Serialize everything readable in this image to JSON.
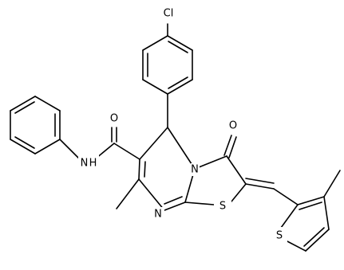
{
  "atoms": {
    "cl": "Cl",
    "o_amide": "O",
    "nh_amide": "N H",
    "n_ring": "N",
    "n_imine": "N",
    "s_thiazole": "S",
    "o_keto": "O",
    "s_thiophene": "S"
  },
  "colors": {
    "bond": "#000000",
    "label": "#000000",
    "background": "#ffffff"
  }
}
